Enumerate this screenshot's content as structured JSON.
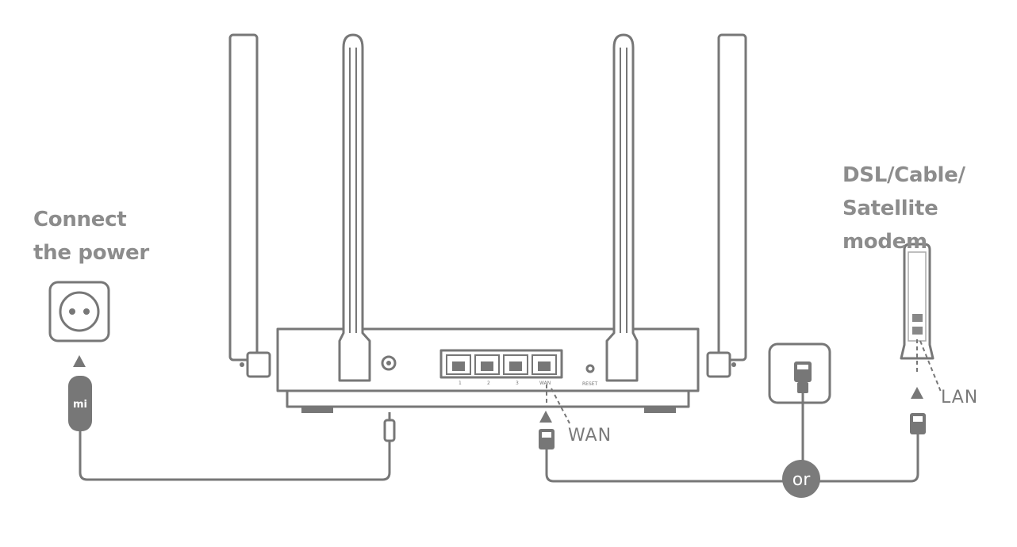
{
  "labels": {
    "power_line1": "Connect",
    "power_line2": "the power",
    "modem_line1": "DSL/Cable/",
    "modem_line2": "Satellite modem",
    "wan": "WAN",
    "lan": "LAN",
    "or": "or"
  },
  "router_ports": {
    "port1": "1",
    "port2": "2",
    "port3": "3",
    "port_wan": "WAN",
    "reset": "RESET"
  },
  "adapter_logo": "mi",
  "colors": {
    "line": "#777777",
    "text": "#8c8c8c",
    "or_badge": "#7b7b7b"
  }
}
